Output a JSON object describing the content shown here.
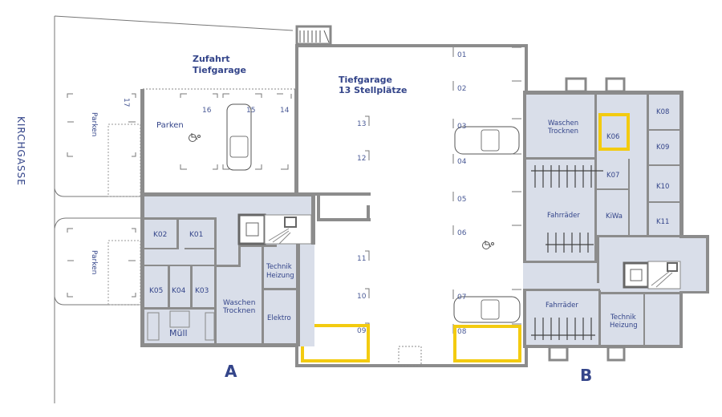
{
  "site": {
    "street": "KIRCHGASSE",
    "driveway": [
      "Zufahrt",
      "Tiefgarage"
    ],
    "outdoor_parking": [
      "Parken",
      "Parken"
    ]
  },
  "upper_parking": {
    "label": "Parken",
    "spots": [
      "17",
      "16",
      "15",
      "14"
    ]
  },
  "garage": {
    "title": [
      "Tiefgarage",
      "13 Stellplätze"
    ],
    "left_spots": [
      "13",
      "12",
      "11",
      "10",
      "09"
    ],
    "right_spots": [
      "01",
      "02",
      "03",
      "04",
      "05",
      "06",
      "07",
      "08"
    ],
    "highlighted_spots": [
      "09",
      "08"
    ]
  },
  "building_a": {
    "label": "A",
    "rooms": {
      "k02": "K02",
      "k01": "K01",
      "k05": "K05",
      "k04": "K04",
      "k03": "K03",
      "muell": "Müll",
      "wash": [
        "Waschen",
        "Trocknen"
      ],
      "tech": [
        "Technik",
        "Heizung"
      ],
      "elektro": "Elektro"
    }
  },
  "building_b": {
    "label": "B",
    "rooms": {
      "wash": [
        "Waschen",
        "Trocknen"
      ],
      "k06": "K06",
      "k07": "K07",
      "k08": "K08",
      "k09": "K09",
      "k10": "K10",
      "k11": "K11",
      "kiwa": "KiWa",
      "bikes1": "Fahrräder",
      "bikes2": "Fahrräder",
      "tech": [
        "Technik",
        "Heizung"
      ]
    },
    "highlighted_room": "K06"
  },
  "colors": {
    "text": "#34458a",
    "room_fill": "#d9dee9",
    "wall": "#8c8c8c",
    "highlight": "#f3cb10"
  }
}
